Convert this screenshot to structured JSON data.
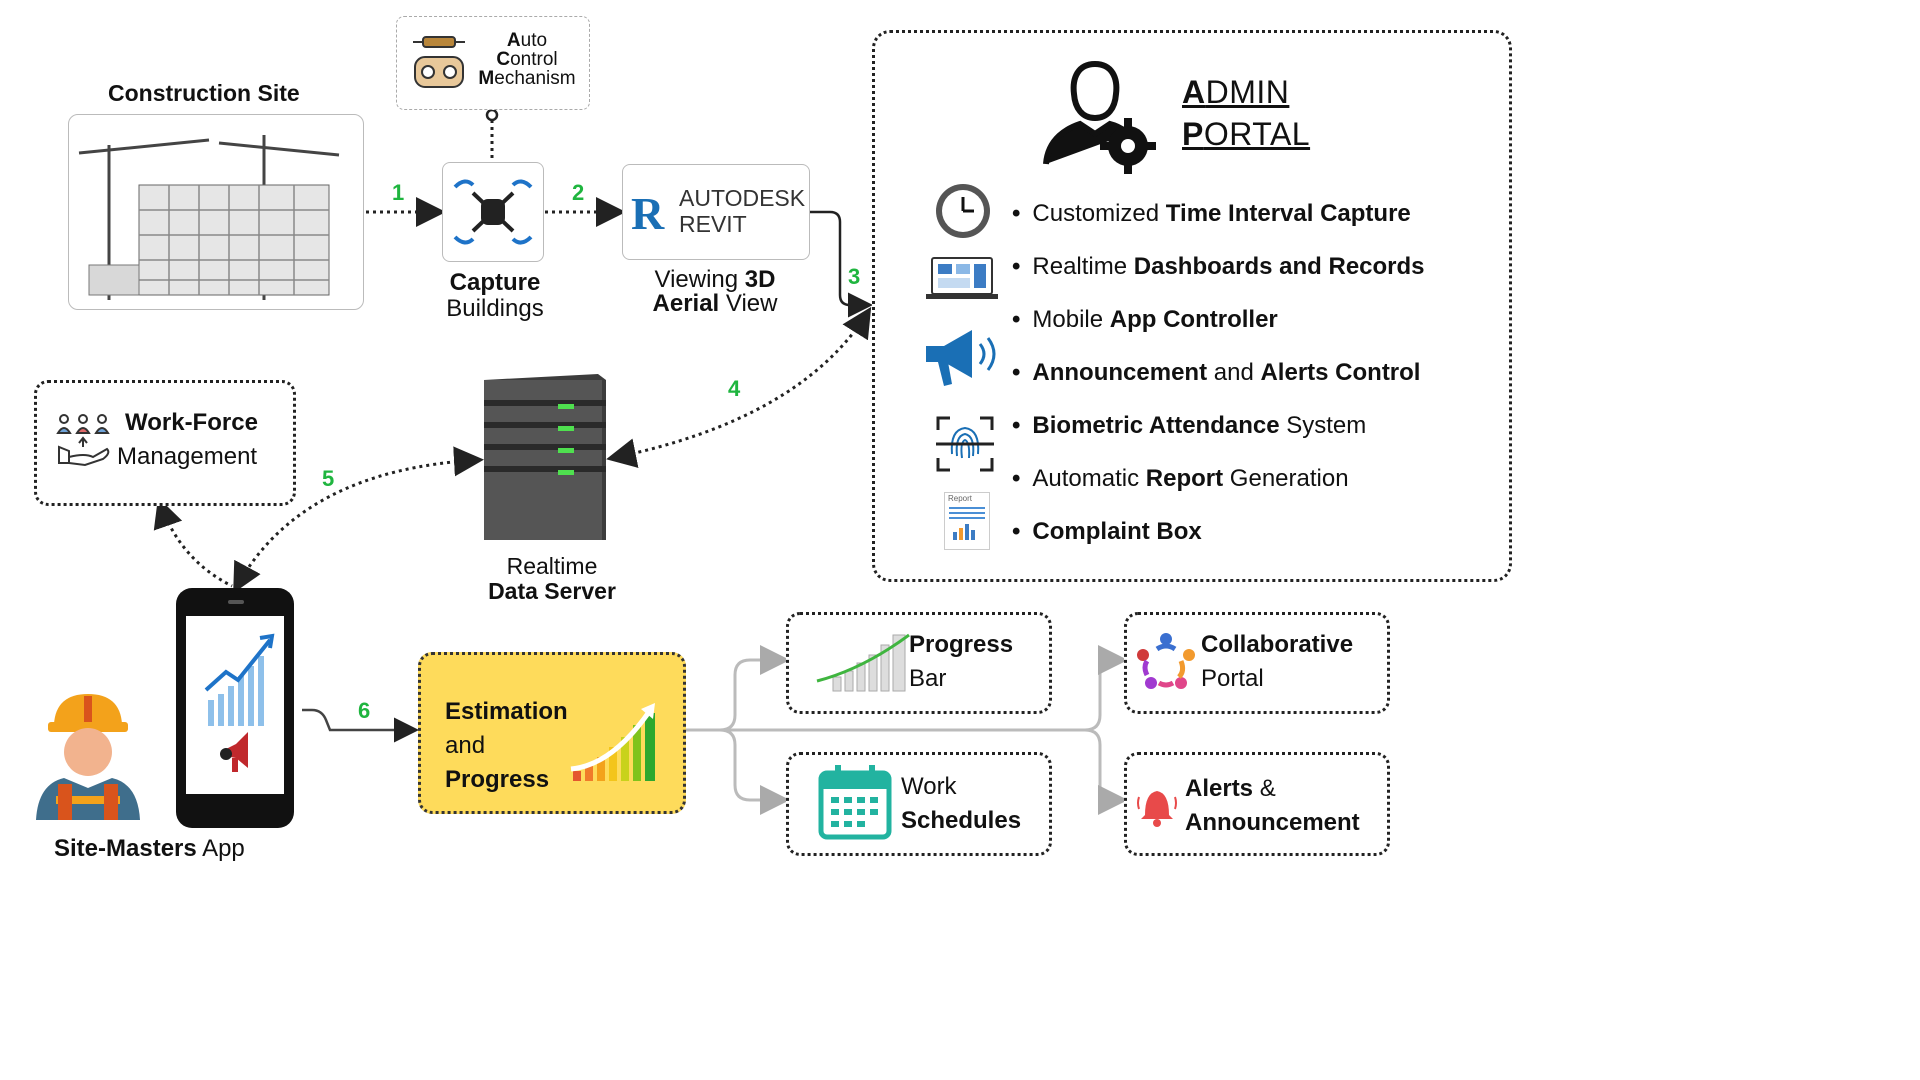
{
  "construction_site": {
    "title": "Construction Site"
  },
  "auto_control": {
    "line1_bold": "A",
    "line1_rest": "uto",
    "line2_bold": "C",
    "line2_rest": "ontrol",
    "line3_bold": "M",
    "line3_rest": "echanism"
  },
  "capture": {
    "line1": "Capture",
    "line2": "Buildings"
  },
  "revit": {
    "logo_letter": "R",
    "brand": "AUTODESK",
    "product": "REVIT",
    "caption_l1_a": "Viewing ",
    "caption_l1_b": "3D",
    "caption_l2_a": "Aerial",
    "caption_l2_b": " View"
  },
  "steps": {
    "s1": "1",
    "s2": "2",
    "s3": "3",
    "s4": "4",
    "s5": "5",
    "s6": "6"
  },
  "admin": {
    "title1_cap": "A",
    "title1_rest": "DMIN",
    "title2_cap": "P",
    "title2_rest": "ORTAL",
    "features": [
      {
        "pre": "Customized ",
        "bold": "Time Interval Capture",
        "post": ""
      },
      {
        "pre": "Realtime ",
        "bold": "Dashboards and Records",
        "post": ""
      },
      {
        "pre": "Mobile ",
        "bold": "App Controller",
        "post": ""
      },
      {
        "pre": "",
        "bold": "Announcement",
        "mid": " and ",
        "bold2": "Alerts Control",
        "post": ""
      },
      {
        "pre": "",
        "bold": "Biometric Attendance",
        "post": " System"
      },
      {
        "pre": "Automatic ",
        "bold": "Report",
        "post": " Generation"
      },
      {
        "pre": "",
        "bold": "Complaint Box",
        "post": ""
      }
    ],
    "report_icon_text": "Report"
  },
  "workforce": {
    "line1": "Work-Force",
    "line2": "Management"
  },
  "server": {
    "line1": "Realtime",
    "line2": "Data Server"
  },
  "site_masters": {
    "bold": "Site-Masters",
    "rest": " App"
  },
  "estimation": {
    "line1": "Estimation",
    "line2": "and",
    "line3": "Progress"
  },
  "outputs": {
    "progress": {
      "line1": "Progress",
      "line2": "Bar"
    },
    "schedules": {
      "line1": "Work",
      "line2": "Schedules"
    },
    "collab": {
      "line1": "Collaborative",
      "line2": "Portal"
    },
    "alerts": {
      "line1_bold": "Alerts",
      "line1_rest": " &",
      "line2": "Announcement"
    }
  },
  "colors": {
    "step_green": "#1fb53f",
    "estimation_fill": "#fedb5b",
    "schedule_teal": "#22b3a0",
    "revit_blue": "#1a6fb5"
  }
}
